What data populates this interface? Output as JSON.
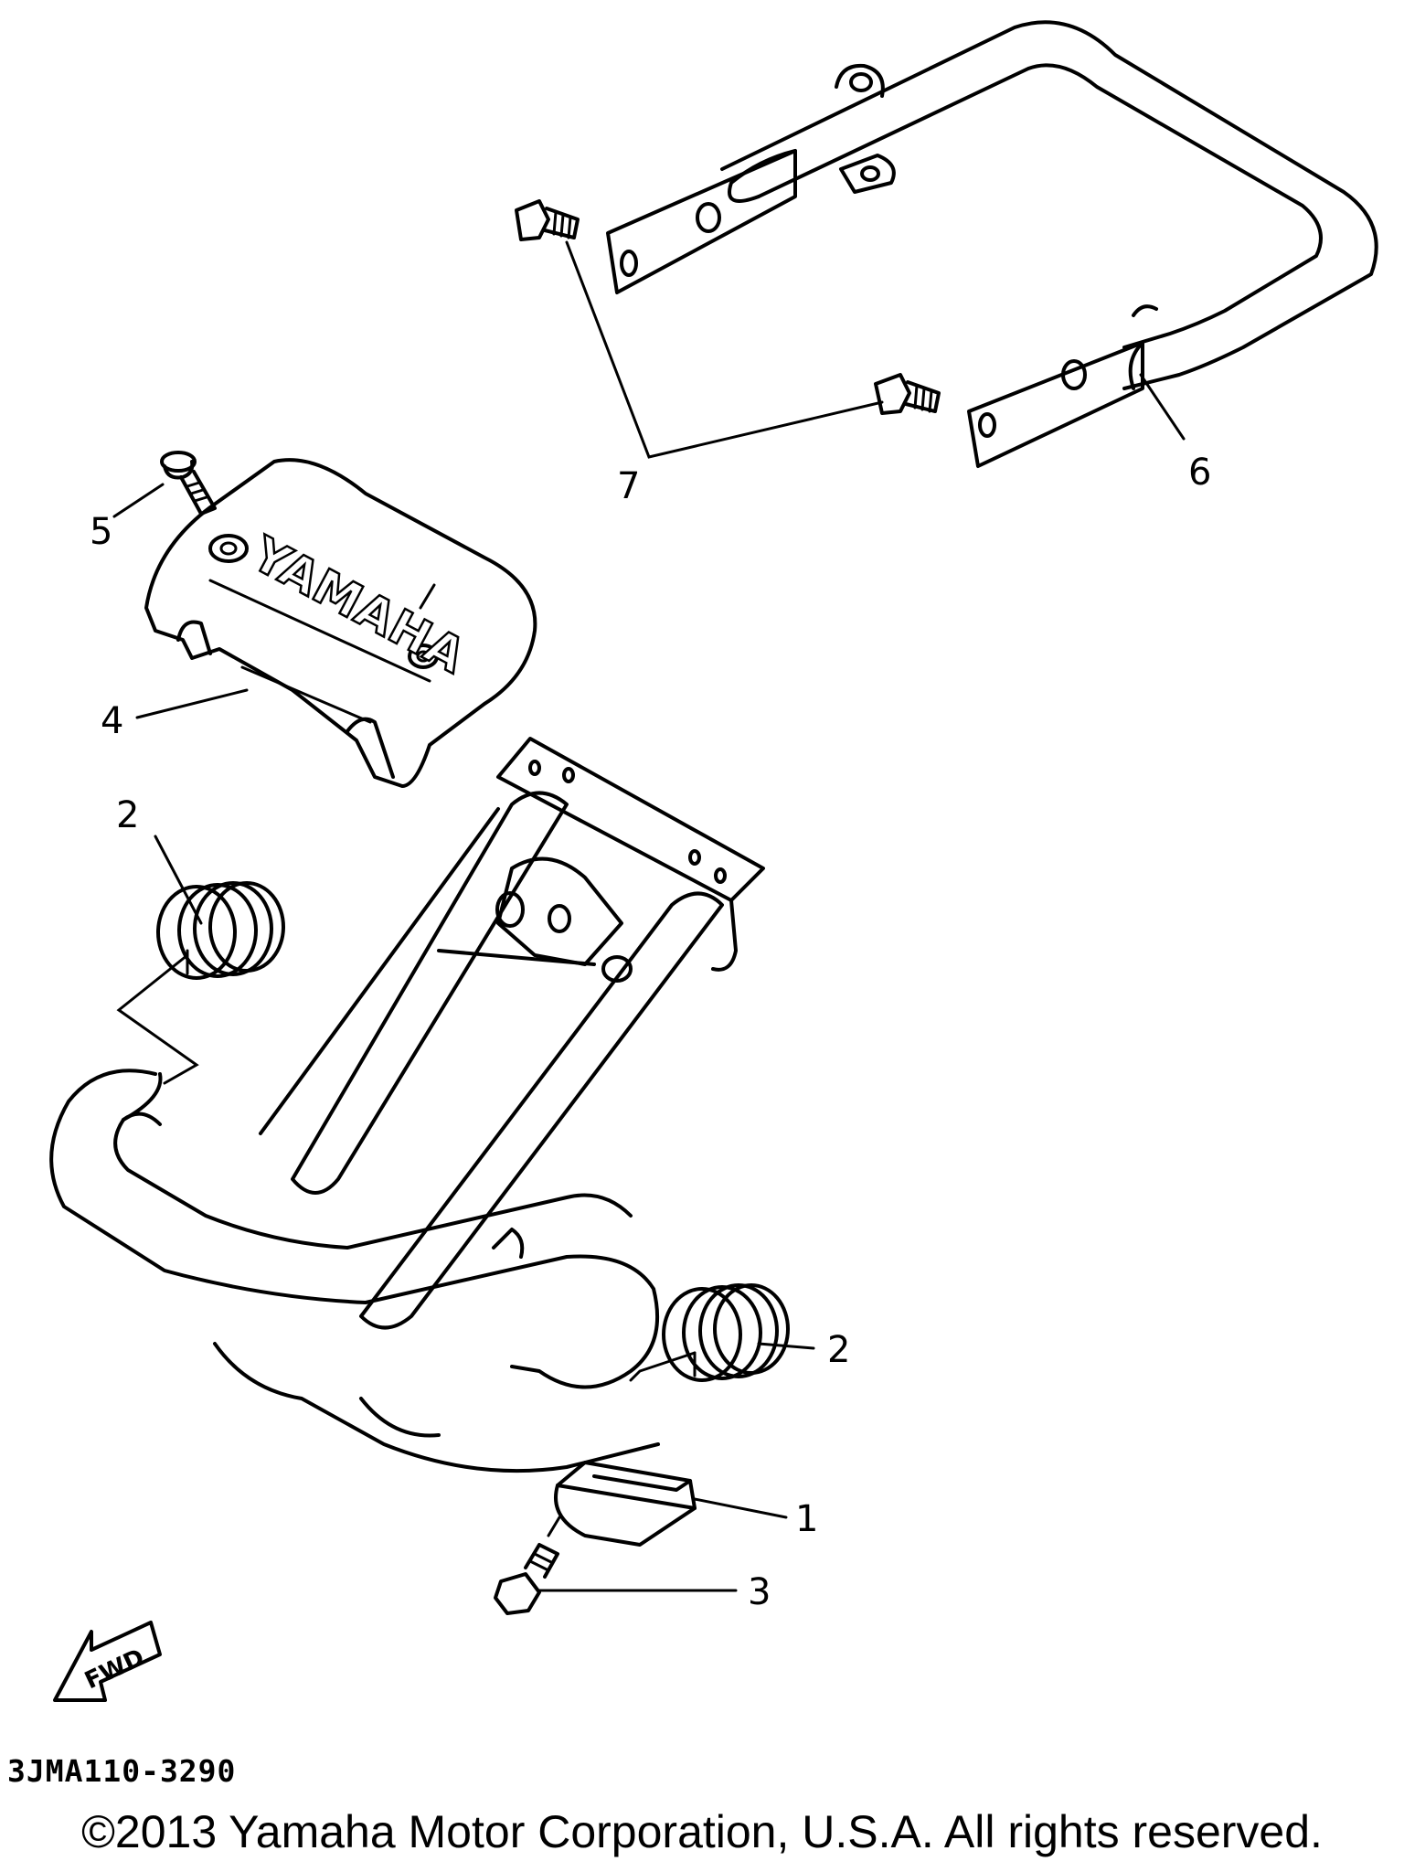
{
  "diagram": {
    "brand_mark": "YAMAHA",
    "fwd_label": "FWD",
    "callouts": {
      "c1": "1",
      "c2a": "2",
      "c2b": "2",
      "c3": "3",
      "c4": "4",
      "c5": "5",
      "c6": "6",
      "c7": "7"
    }
  },
  "footer": {
    "drawing_code": "3JMA110-3290",
    "copyright": "©2013 Yamaha Motor Corporation, U.S.A. All rights reserved."
  }
}
